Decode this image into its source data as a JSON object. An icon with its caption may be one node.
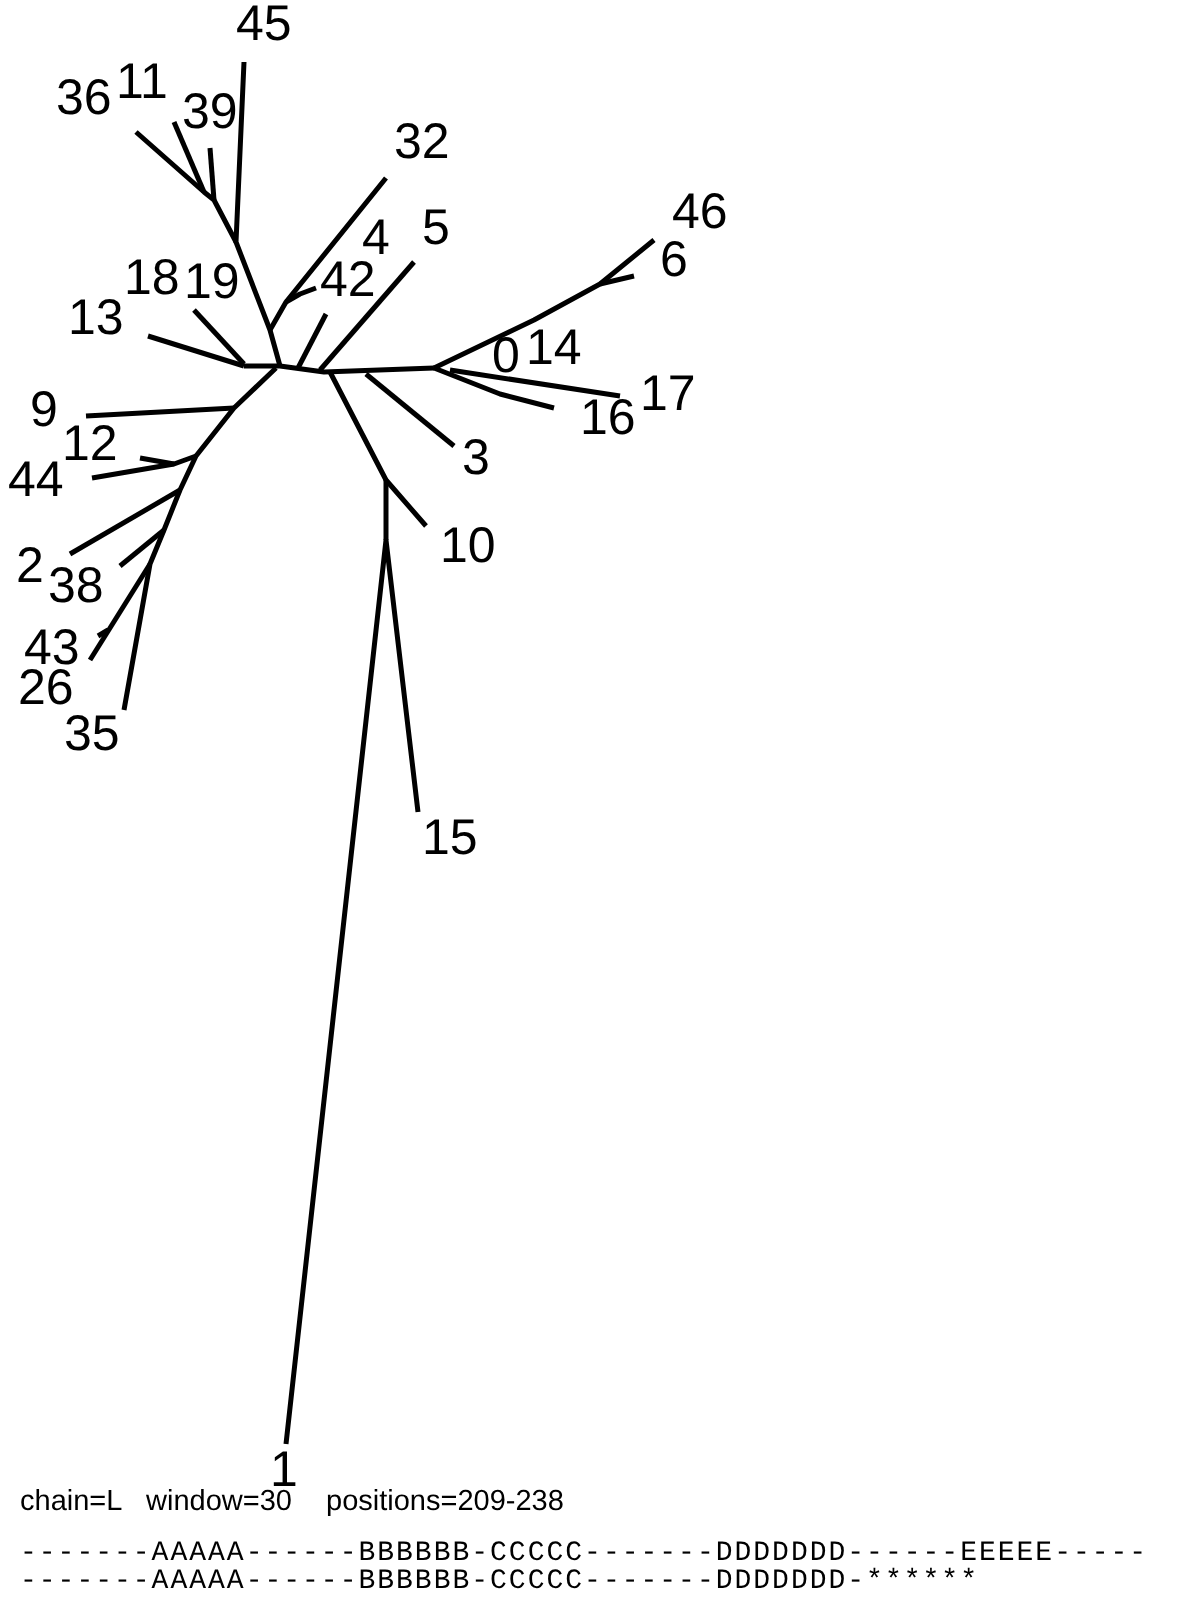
{
  "diagram": {
    "labels": [
      "45",
      "36",
      "11",
      "39",
      "32",
      "4",
      "5",
      "46",
      "6",
      "18",
      "19",
      "42",
      "13",
      "0",
      "14",
      "17",
      "9",
      "16",
      "12",
      "3",
      "44",
      "10",
      "2",
      "38",
      "43",
      "26",
      "35",
      "15",
      "1",
      "chain=L",
      "window=30",
      "positions=209-238",
      "-------AAAAA------BBBBBB-CCCCC-------DDDDDDD------EEEEE-----",
      "-------AAAAA------BBBBBB-CCCCC-------DDDDDDD-******"
    ]
  }
}
